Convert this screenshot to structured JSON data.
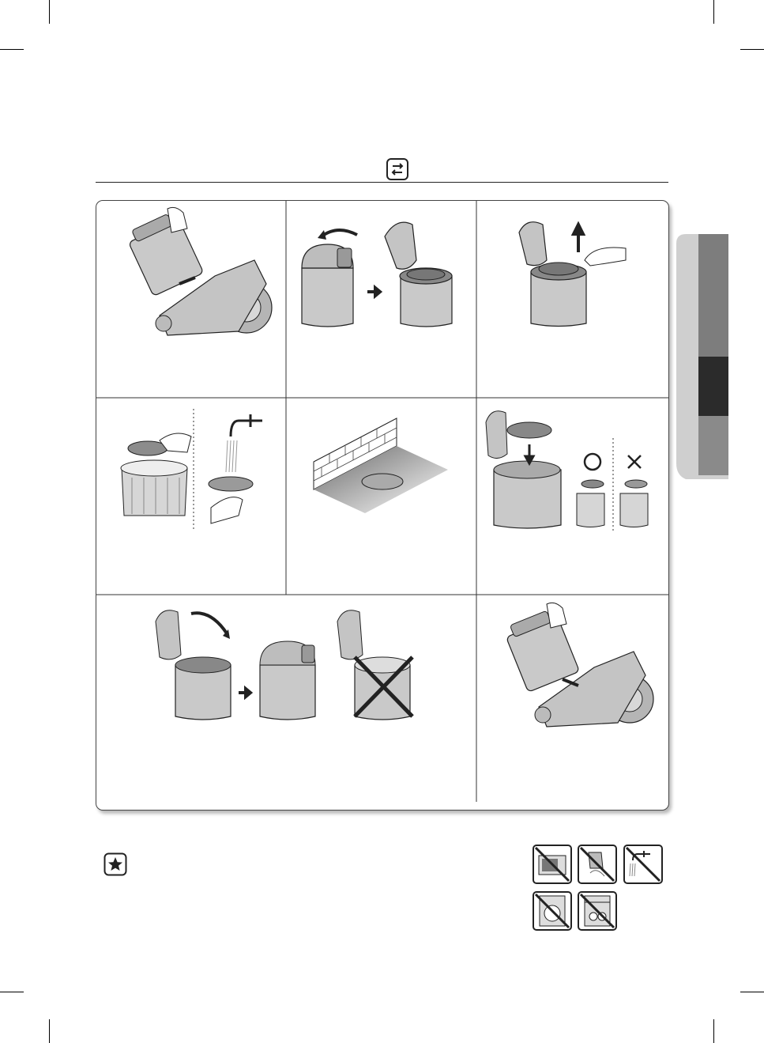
{
  "header": {
    "icon": "plug-disconnect-icon"
  },
  "steps": [
    {
      "id": 1,
      "icon": "remove-dust-bin-illustration"
    },
    {
      "id": 2,
      "icon": "open-bin-lid-illustration"
    },
    {
      "id": 3,
      "icon": "lift-out-filter-illustration"
    },
    {
      "id": 4,
      "icon": "tap-and-wash-filter-illustration"
    },
    {
      "id": 5,
      "icon": "dry-in-shade-illustration"
    },
    {
      "id": 6,
      "icon": "reinsert-filter-illustration",
      "correct_mark": "O",
      "wrong_mark": "X"
    },
    {
      "id": 7,
      "icon": "close-lid-illustration"
    },
    {
      "id": 8,
      "icon": "reinstall-bin-illustration"
    }
  ],
  "note": {
    "icon": "star-note-icon"
  },
  "warnings": [
    {
      "icon": "no-microwave-icon"
    },
    {
      "icon": "no-hair-dryer-icon"
    },
    {
      "icon": "no-hot-water-icon"
    },
    {
      "icon": "no-washing-machine-icon"
    },
    {
      "icon": "no-dishwasher-icon"
    }
  ],
  "colors": {
    "line": "#222222",
    "bin_body": "#c9c9c9",
    "bin_dark": "#9a9a9a",
    "tab_dark": "#2b2b2b",
    "tab_mid": "#7a7a7a",
    "tab_light": "#d2d2d2"
  }
}
